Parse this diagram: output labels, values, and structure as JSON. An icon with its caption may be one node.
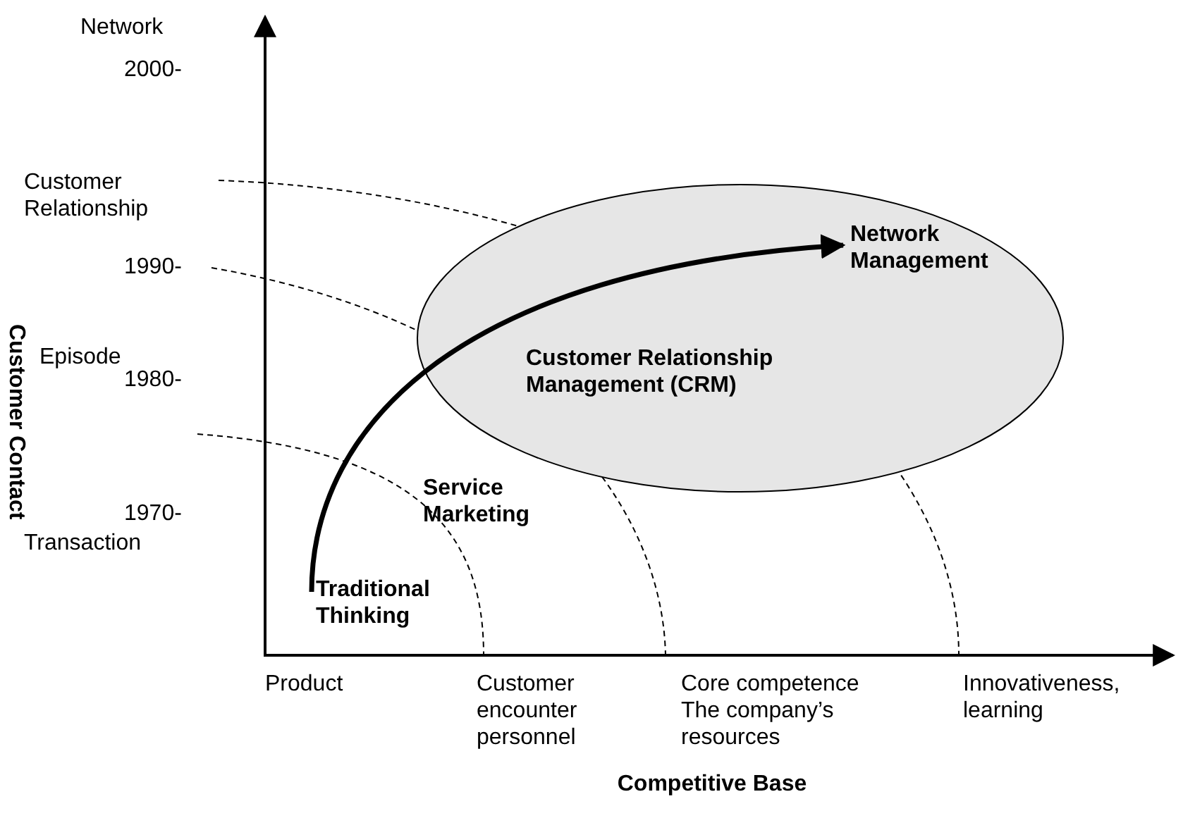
{
  "diagram": {
    "nodes": [
      {
        "text": [
          "Traditional Thinking"
        ]
      },
      {
        "text": [
          "Service Marketing"
        ]
      },
      {
        "text": [],
        "shape": "ellipse"
      },
      {
        "text": [
          "Customer Relationship Management (CRM)"
        ],
        "in": 2
      },
      {
        "text": [
          "Network Management"
        ],
        "in": 2
      }
    ],
    "edges": [
      {
        "from": 0,
        "to": 4,
        "arrow": "to"
      }
    ],
    "labels": [
      "Network",
      "2000-",
      "Customer Relationship",
      "1990-",
      "Episode",
      "1980-",
      "1970-",
      "Transaction",
      "Customer Contact",
      "Product",
      "Customer encounter personnel",
      "Core competence The company’s resources",
      "Innovativeness, learning",
      "Competitive Base"
    ]
  }
}
